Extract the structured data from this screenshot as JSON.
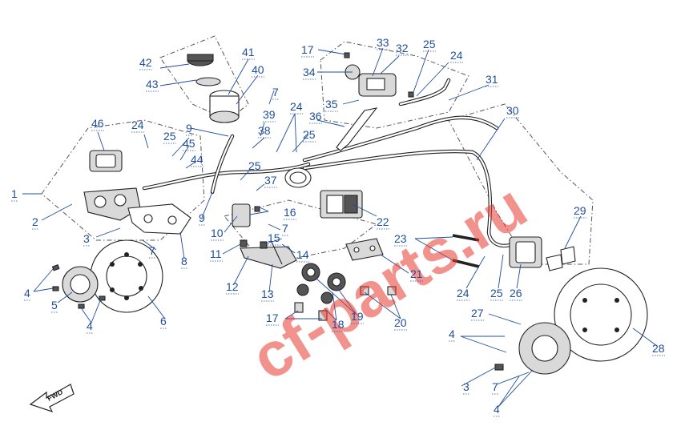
{
  "watermark": "cf-parts.ru",
  "direction_marker": "FWD",
  "callouts": [
    {
      "id": "c1",
      "label": "1"
    },
    {
      "id": "c2",
      "label": "2"
    },
    {
      "id": "c3",
      "label": "3"
    },
    {
      "id": "c3b",
      "label": "3"
    },
    {
      "id": "c4a",
      "label": "4"
    },
    {
      "id": "c4b",
      "label": "4"
    },
    {
      "id": "c4c",
      "label": "4"
    },
    {
      "id": "c4d",
      "label": "4"
    },
    {
      "id": "c5",
      "label": "5"
    },
    {
      "id": "c6",
      "label": "6"
    },
    {
      "id": "c7a",
      "label": "7"
    },
    {
      "id": "c7b",
      "label": "7"
    },
    {
      "id": "c7c",
      "label": "7"
    },
    {
      "id": "c7d",
      "label": "7"
    },
    {
      "id": "c8",
      "label": "8"
    },
    {
      "id": "c9a",
      "label": "9"
    },
    {
      "id": "c9b",
      "label": "9"
    },
    {
      "id": "c10",
      "label": "10"
    },
    {
      "id": "c11",
      "label": "11"
    },
    {
      "id": "c12",
      "label": "12"
    },
    {
      "id": "c13",
      "label": "13"
    },
    {
      "id": "c14",
      "label": "14"
    },
    {
      "id": "c15",
      "label": "15"
    },
    {
      "id": "c16",
      "label": "16"
    },
    {
      "id": "c17a",
      "label": "17"
    },
    {
      "id": "c17b",
      "label": "17"
    },
    {
      "id": "c18",
      "label": "18"
    },
    {
      "id": "c19",
      "label": "19"
    },
    {
      "id": "c20",
      "label": "20"
    },
    {
      "id": "c21",
      "label": "21"
    },
    {
      "id": "c22",
      "label": "22"
    },
    {
      "id": "c23",
      "label": "23"
    },
    {
      "id": "c24a",
      "label": "24"
    },
    {
      "id": "c24b",
      "label": "24"
    },
    {
      "id": "c24c",
      "label": "24"
    },
    {
      "id": "c24d",
      "label": "24"
    },
    {
      "id": "c25a",
      "label": "25"
    },
    {
      "id": "c25b",
      "label": "25"
    },
    {
      "id": "c25c",
      "label": "25"
    },
    {
      "id": "c25d",
      "label": "25"
    },
    {
      "id": "c25e",
      "label": "25"
    },
    {
      "id": "c26",
      "label": "26"
    },
    {
      "id": "c27",
      "label": "27"
    },
    {
      "id": "c28",
      "label": "28"
    },
    {
      "id": "c29",
      "label": "29"
    },
    {
      "id": "c30",
      "label": "30"
    },
    {
      "id": "c31",
      "label": "31"
    },
    {
      "id": "c32",
      "label": "32"
    },
    {
      "id": "c33",
      "label": "33"
    },
    {
      "id": "c34",
      "label": "34"
    },
    {
      "id": "c35",
      "label": "35"
    },
    {
      "id": "c36",
      "label": "36"
    },
    {
      "id": "c37",
      "label": "37"
    },
    {
      "id": "c38",
      "label": "38"
    },
    {
      "id": "c39",
      "label": "39"
    },
    {
      "id": "c40",
      "label": "40"
    },
    {
      "id": "c41",
      "label": "41"
    },
    {
      "id": "c42",
      "label": "42"
    },
    {
      "id": "c43",
      "label": "43"
    },
    {
      "id": "c44",
      "label": "44"
    },
    {
      "id": "c45",
      "label": "45"
    },
    {
      "id": "c46",
      "label": "46"
    }
  ]
}
